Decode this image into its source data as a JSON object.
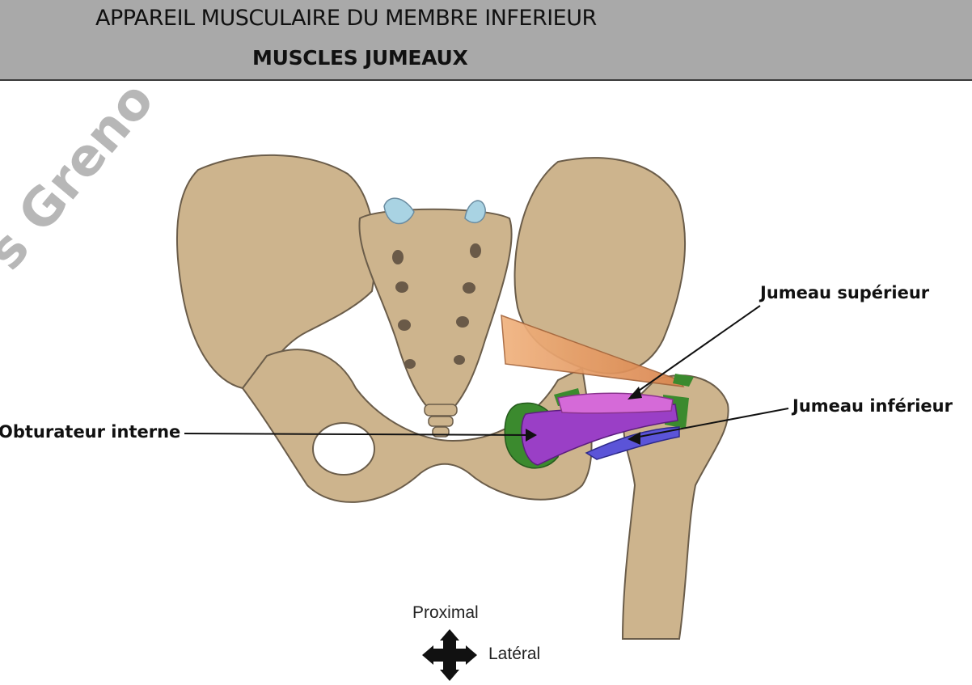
{
  "header": {
    "title": "APPAREIL MUSCULAIRE DU MEMBRE INFERIEUR",
    "subtitle": "MUSCLES JUMEAUX"
  },
  "labels": {
    "jumeau_superieur": "Jumeau supérieur",
    "jumeau_inferieur": "Jumeau inférieur",
    "obturateur_interne": "Obturateur interne"
  },
  "compass": {
    "proximal": "Proximal",
    "lateral": "Latéral"
  },
  "watermark": "s Greno",
  "colors": {
    "bone": "#cdb48d",
    "bone_outline": "#7a6a55",
    "cartilage": "#a9d3e3",
    "piriformis": "#e39a62",
    "jumeau_superieur": "#d56ad8",
    "jumeau_inferieur": "#5b54d8",
    "obturateur_interne": "#9a3fc6",
    "insertion_green": "#3b8a2e",
    "header_bg": "#a9a9a9"
  }
}
